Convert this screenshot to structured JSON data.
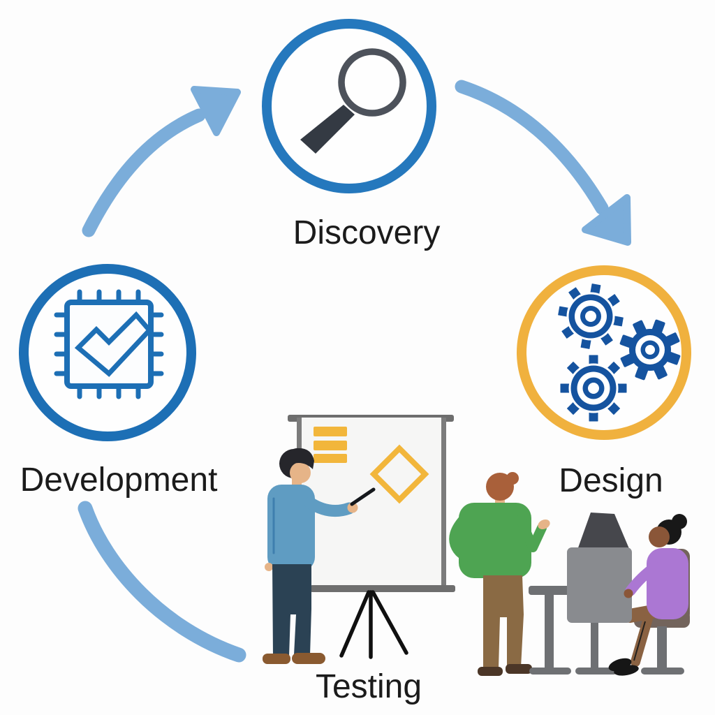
{
  "figure": {
    "background_color": "#fdfdfd",
    "label_color": "#1b1b1b",
    "arrow_color": "#7badda",
    "stages": [
      {
        "id": "discovery",
        "label": "Discovery",
        "icon": "magnifier",
        "ring_color": "#2578bd",
        "icon_colors": {
          "glass": "#4d525b",
          "handle": "#343a43"
        }
      },
      {
        "id": "design",
        "label": "Design",
        "icon": "gears",
        "ring_color": "#f0b13e",
        "icon_color": "#15539f"
      },
      {
        "id": "development",
        "label": "Development",
        "icon": "chip-check",
        "ring_color": "#1d6fb5",
        "icon_color": "#1d6fb5"
      },
      {
        "id": "testing",
        "label": "Testing",
        "icon": "presentation-scene"
      }
    ],
    "arrows": [
      {
        "from": "development",
        "to": "discovery",
        "head": true
      },
      {
        "from": "discovery",
        "to": "design",
        "head": true
      },
      {
        "from": "development",
        "to": "testing",
        "head": false
      }
    ],
    "scene": {
      "accent_color": "#f2b63b",
      "colors": {
        "board_frame": "#6e6e6e",
        "presenter_sweater": "#5f9cc2",
        "presenter_pants": "#2b4254",
        "presenter_shoes": "#8a5a30",
        "colleague_sweater": "#4ea452",
        "colleague_pants": "#8a6a44",
        "seated_sweater": "#ab77d3",
        "seated_pants": "#8a6242",
        "desk": "#6e7073",
        "laptop": "#898b8f",
        "chair": "#73645c"
      }
    }
  }
}
